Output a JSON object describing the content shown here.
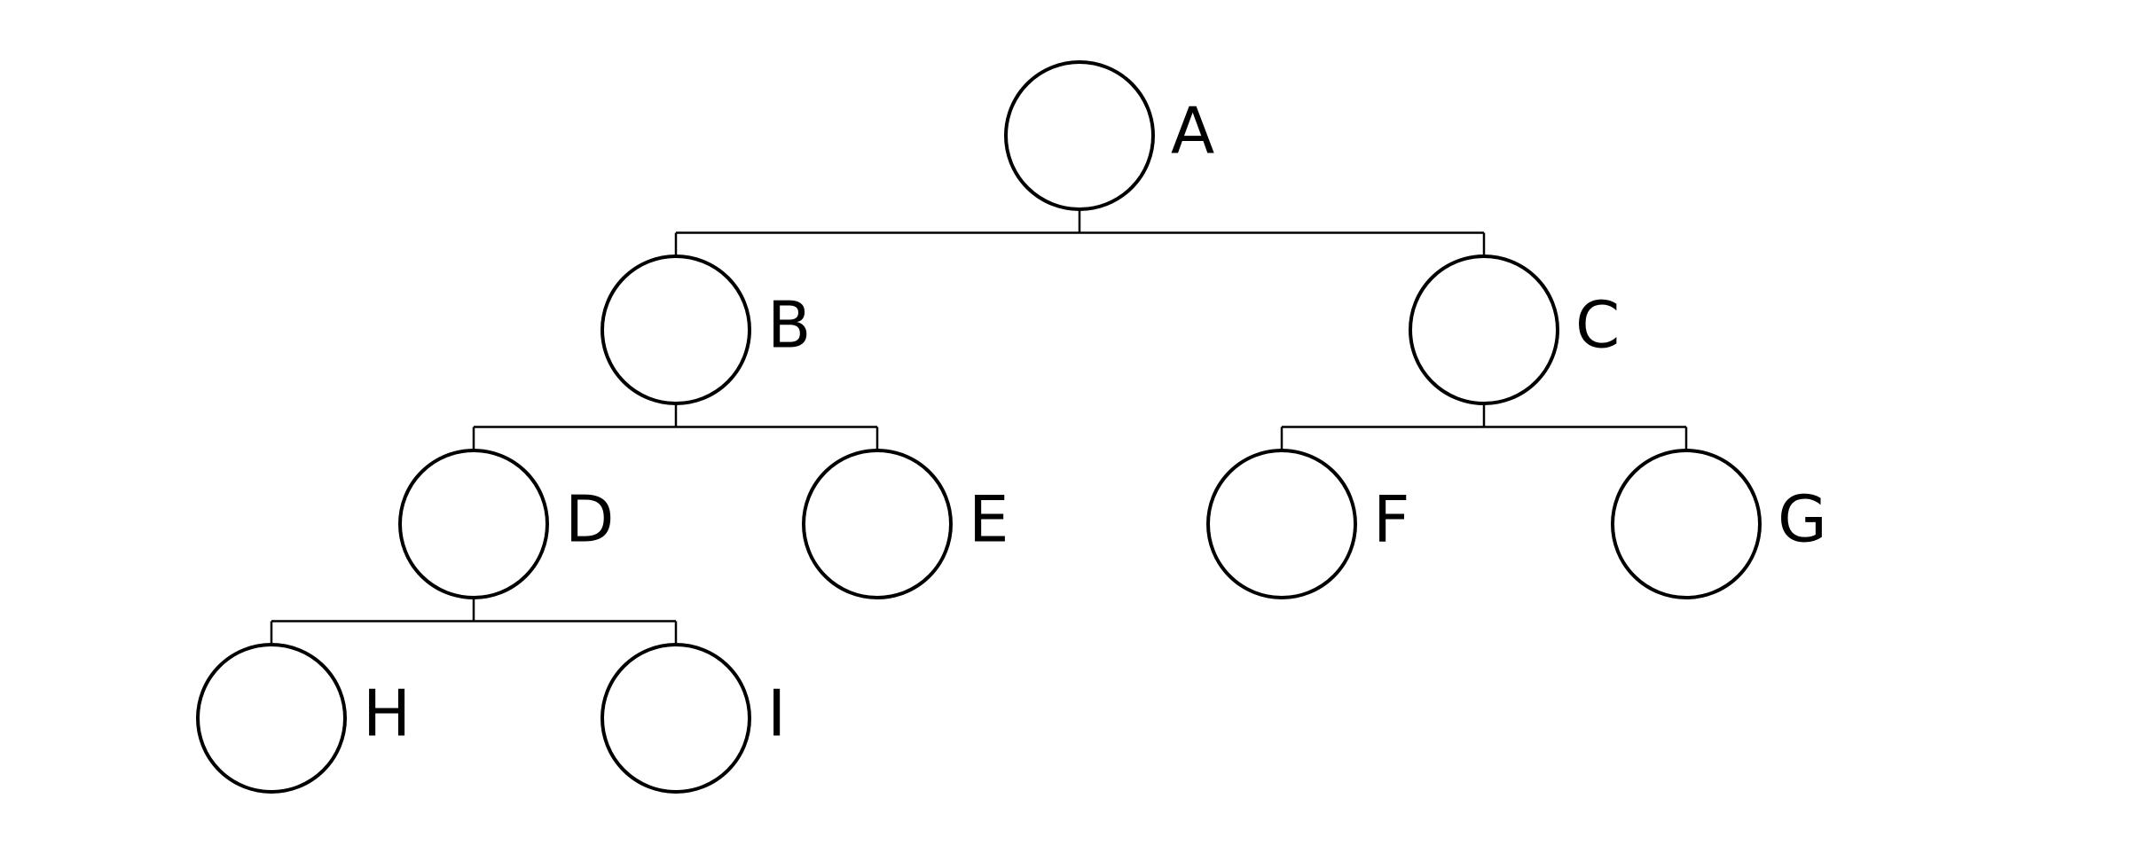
{
  "tree": {
    "nodes": [
      {
        "id": "A",
        "label": "A"
      },
      {
        "id": "B",
        "label": "B"
      },
      {
        "id": "C",
        "label": "C"
      },
      {
        "id": "D",
        "label": "D"
      },
      {
        "id": "E",
        "label": "E"
      },
      {
        "id": "F",
        "label": "F"
      },
      {
        "id": "G",
        "label": "G"
      },
      {
        "id": "H",
        "label": "H"
      },
      {
        "id": "I",
        "label": "I"
      }
    ],
    "edges": [
      {
        "parent": "A",
        "children": [
          "B",
          "C"
        ]
      },
      {
        "parent": "B",
        "children": [
          "D",
          "E"
        ]
      },
      {
        "parent": "C",
        "children": [
          "F",
          "G"
        ]
      },
      {
        "parent": "D",
        "children": [
          "H",
          "I"
        ]
      }
    ],
    "colors": {
      "stroke": "#000000",
      "background": "#ffffff"
    }
  }
}
